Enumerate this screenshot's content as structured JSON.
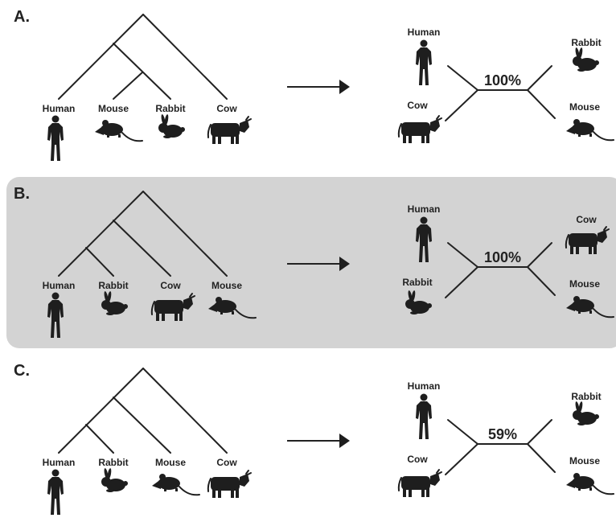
{
  "colors": {
    "panel_highlight": "#d3d3d3",
    "ink": "#222222"
  },
  "panels": [
    {
      "label": "A.",
      "highlighted": false,
      "rooted_taxa": [
        "Human",
        "Mouse",
        "Rabbit",
        "Cow"
      ],
      "unrooted": {
        "left_top": "Human",
        "left_bottom": "Cow",
        "right_top": "Rabbit",
        "right_bottom": "Mouse",
        "support": "100%"
      }
    },
    {
      "label": "B.",
      "highlighted": true,
      "rooted_taxa": [
        "Human",
        "Rabbit",
        "Cow",
        "Mouse"
      ],
      "unrooted": {
        "left_top": "Human",
        "left_bottom": "Rabbit",
        "right_top": "Cow",
        "right_bottom": "Mouse",
        "support": "100%"
      }
    },
    {
      "label": "C.",
      "highlighted": false,
      "rooted_taxa": [
        "Human",
        "Rabbit",
        "Mouse",
        "Cow"
      ],
      "unrooted": {
        "left_top": "Human",
        "left_bottom": "Cow",
        "right_top": "Rabbit",
        "right_bottom": "Mouse",
        "support": "59%"
      }
    }
  ],
  "icons": {
    "Human": "human-icon",
    "Mouse": "mouse-icon",
    "Rabbit": "rabbit-icon",
    "Cow": "cow-icon"
  }
}
